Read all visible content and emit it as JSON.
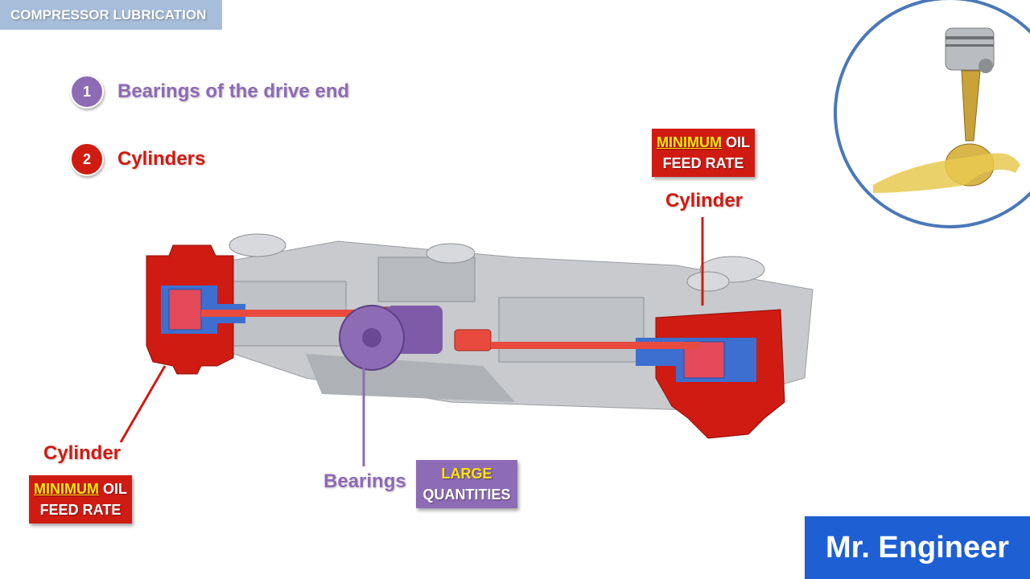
{
  "header": {
    "title": "COMPRESSOR LUBRICATION"
  },
  "points": [
    {
      "number": "1",
      "label": "Bearings of the drive end",
      "color": "#8e6bb5"
    },
    {
      "number": "2",
      "label": "Cylinders",
      "color": "#d01b12"
    }
  ],
  "callouts": {
    "cylinder_right": {
      "label": "Cylinder",
      "box_highlight": "MINIMUM",
      "box_line1_rest": " OIL",
      "box_line2": "FEED RATE"
    },
    "cylinder_left": {
      "label": "Cylinder",
      "box_highlight": "MINIMUM",
      "box_line1_rest": " OIL",
      "box_line2": "FEED RATE"
    },
    "bearings": {
      "label": "Bearings",
      "box_highlight": "LARGE",
      "box_line2": "QUANTITIES"
    }
  },
  "brand": {
    "text": "Mr. Engineer",
    "color": "#1e5fd4"
  },
  "colors": {
    "cylinder_red": "#d01b12",
    "bearing_purple": "#8e6bb5",
    "circle_blue": "#4a78b8"
  }
}
